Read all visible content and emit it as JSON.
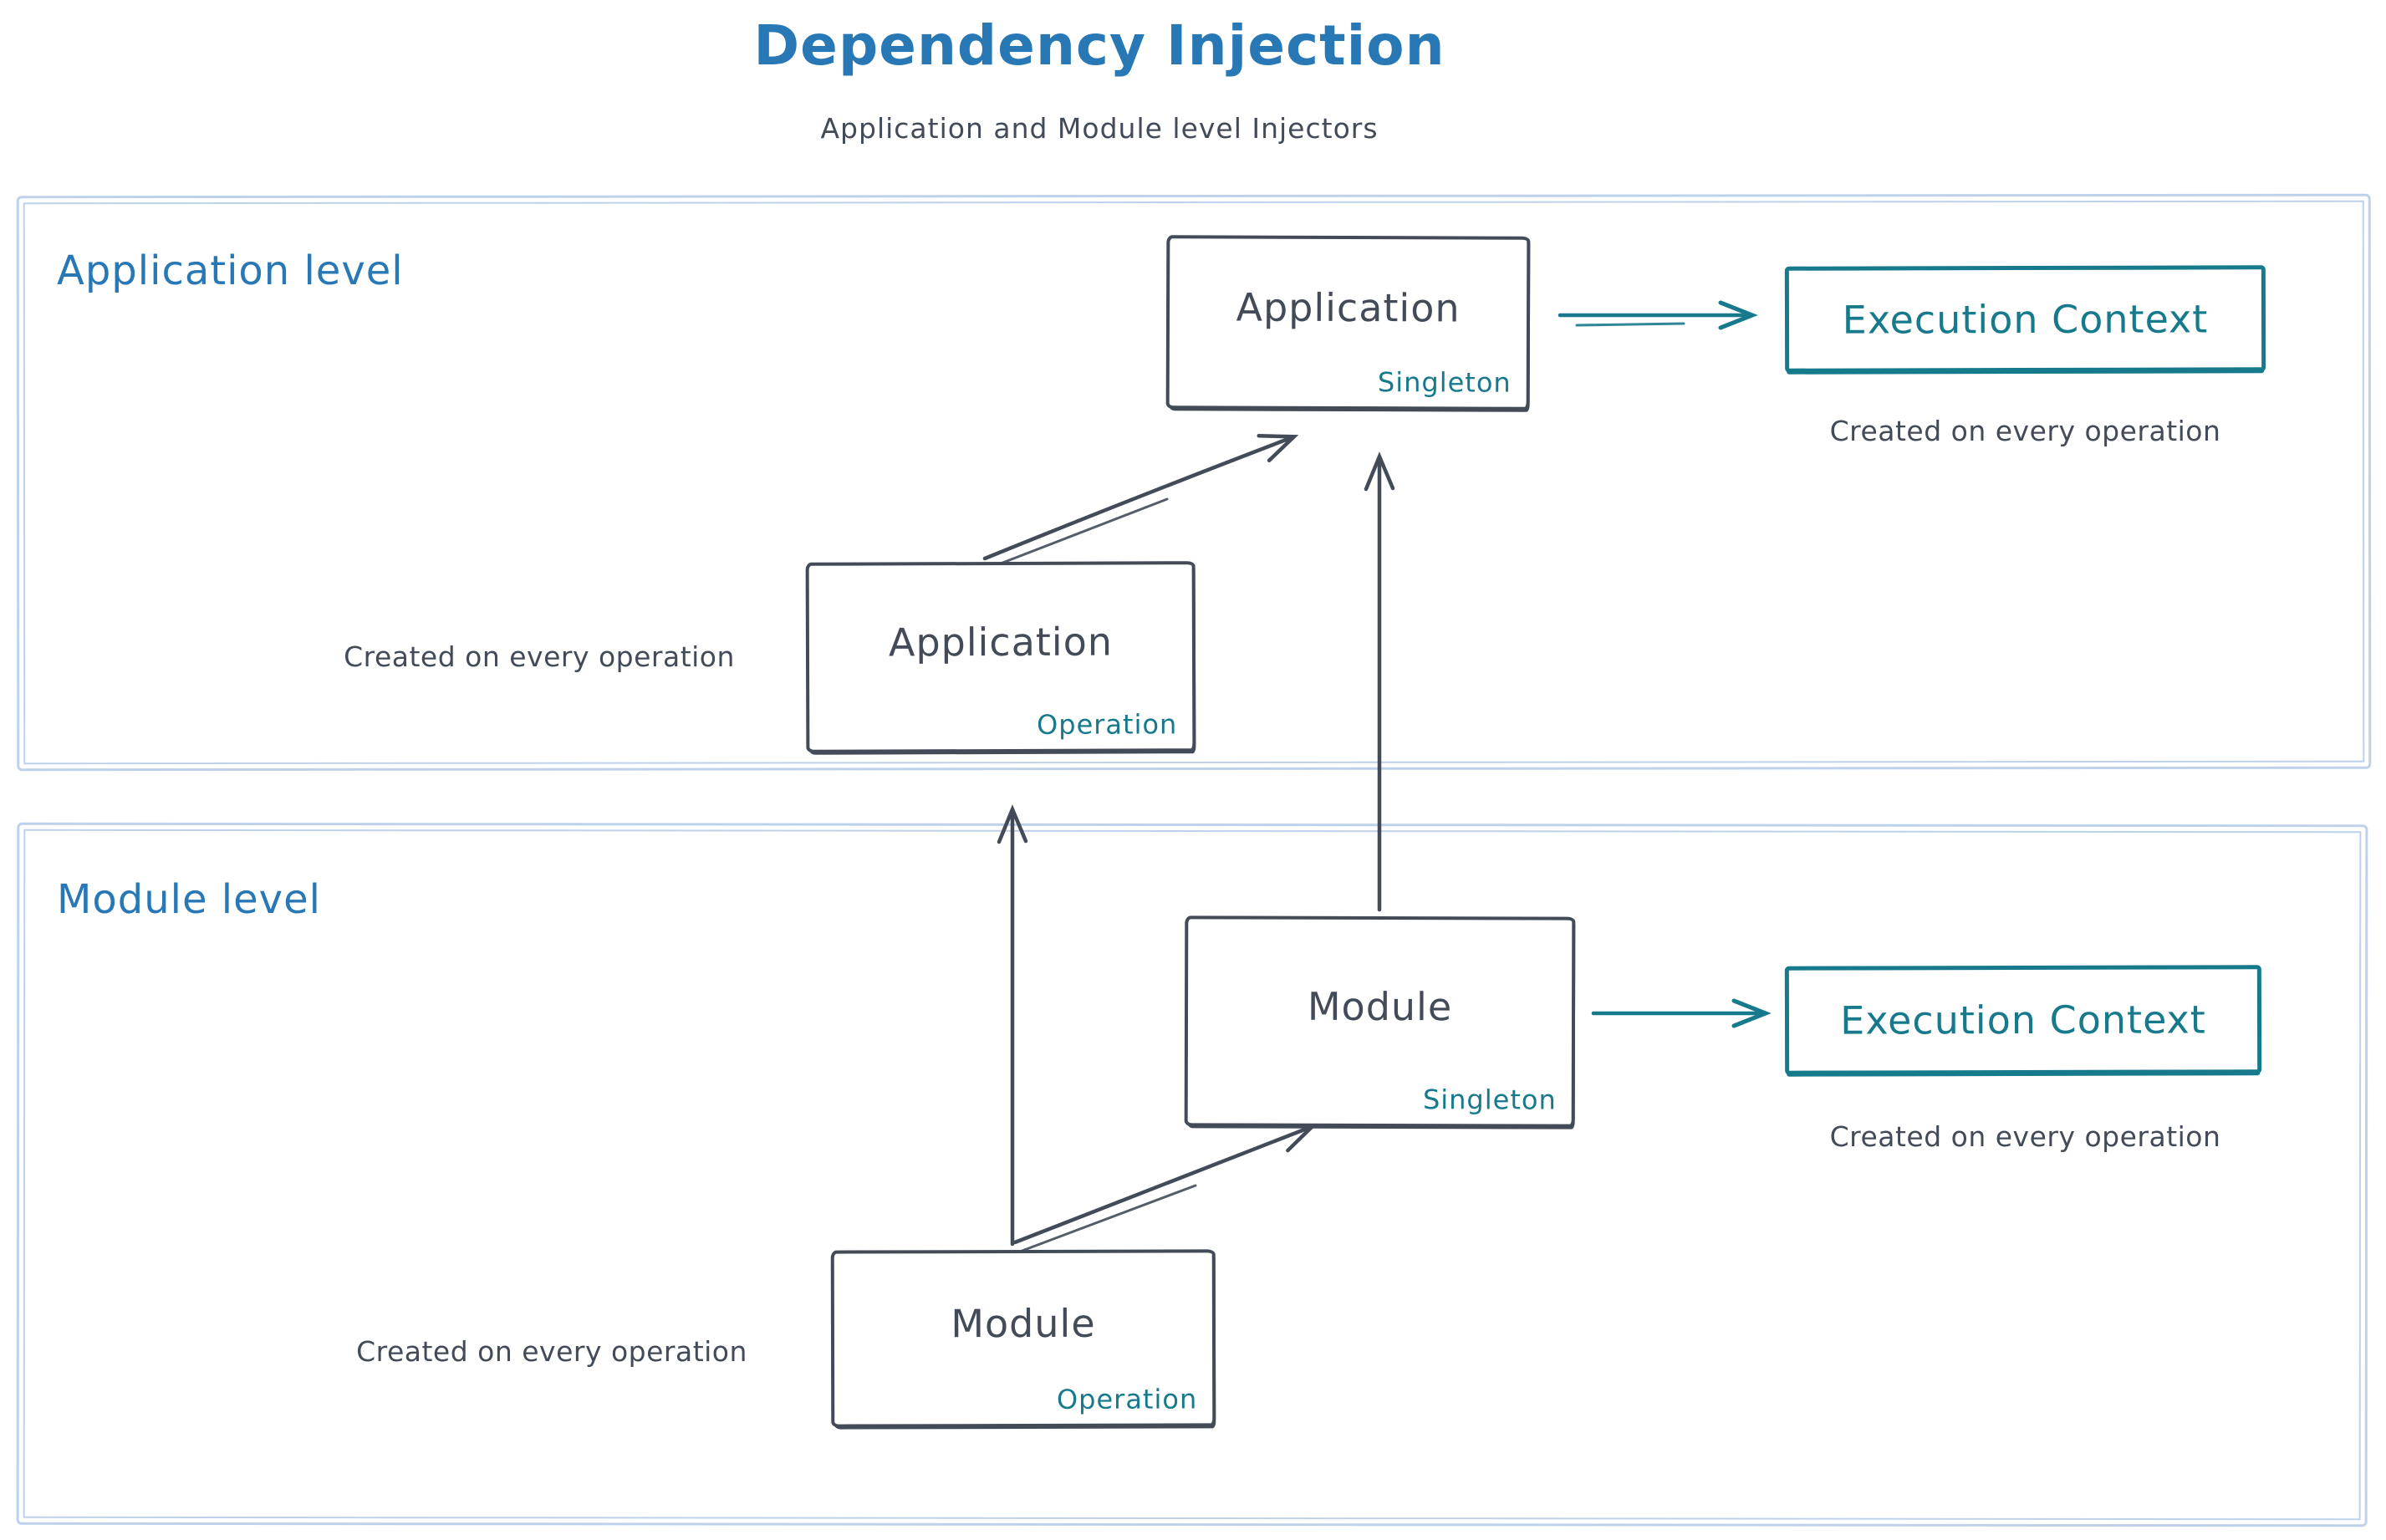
{
  "title": "Dependency Injection",
  "subtitle": "Application and Module level Injectors",
  "colors": {
    "accent_blue": "#2878b5",
    "teal": "#17798c",
    "dark": "#434b59",
    "container_border": "#bdd2ea"
  },
  "sections": {
    "application": {
      "label": "Application level",
      "singleton_node": {
        "name": "Application",
        "scope": "Singleton"
      },
      "operation_node": {
        "name": "Application",
        "scope": "Operation"
      },
      "operation_caption": "Created on every operation",
      "execution_context": {
        "label": "Execution Context",
        "caption": "Created on every operation"
      }
    },
    "module": {
      "label": "Module level",
      "singleton_node": {
        "name": "Module",
        "scope": "Singleton"
      },
      "operation_node": {
        "name": "Module",
        "scope": "Operation"
      },
      "operation_caption": "Created on every operation",
      "execution_context": {
        "label": "Execution Context",
        "caption": "Created on every operation"
      }
    }
  }
}
